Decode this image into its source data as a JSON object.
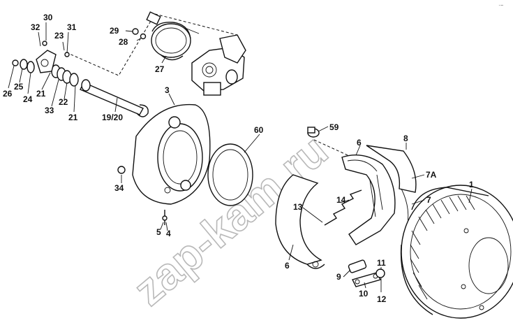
{
  "watermark": "zap-kam.ru",
  "corner_mark": "·−",
  "callouts": {
    "c30": "30",
    "c32": "32",
    "c23": "23",
    "c31": "31",
    "c29": "29",
    "c28": "28",
    "c27": "27",
    "c26": "26",
    "c25": "25",
    "c24": "24",
    "c21a": "21",
    "c33": "33",
    "c22": "22",
    "c21b": "21",
    "c1920": "19/20",
    "c3": "3",
    "c60": "60",
    "c59": "59",
    "c6a": "6",
    "c8": "8",
    "c7a": "7A",
    "c7": "7",
    "c1": "1",
    "c34": "34",
    "c5": "5",
    "c4": "4",
    "c13": "13",
    "c14": "14",
    "c6b": "6",
    "c9": "9",
    "c10": "10",
    "c11": "11",
    "c12": "12"
  }
}
